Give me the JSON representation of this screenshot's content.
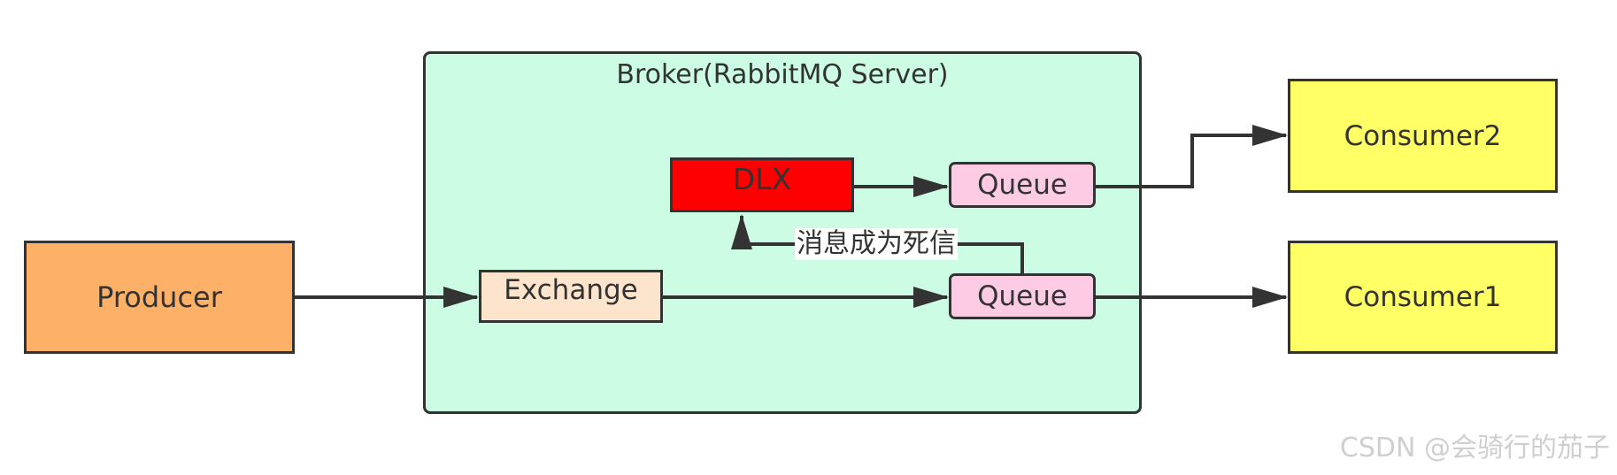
{
  "broker": {
    "title": "Broker(RabbitMQ Server)"
  },
  "producer": {
    "label": "Producer"
  },
  "exchange": {
    "label": "Exchange"
  },
  "dlx": {
    "label": "DLX"
  },
  "queues": [
    {
      "label": "Queue"
    },
    {
      "label": "Queue"
    }
  ],
  "consumers": [
    {
      "label": "Consumer2"
    },
    {
      "label": "Consumer1"
    }
  ],
  "dead_letter_label": "消息成为死信",
  "watermark": "CSDN @会骑行的茄子",
  "colors": {
    "broker_fill": "#ccfce4",
    "producer_fill": "#fdb067",
    "exchange_fill": "#fde4cc",
    "dlx_fill": "#ff0000",
    "queue_fill": "#fdcce4",
    "consumer_fill": "#ffff66",
    "line": "#333333"
  }
}
